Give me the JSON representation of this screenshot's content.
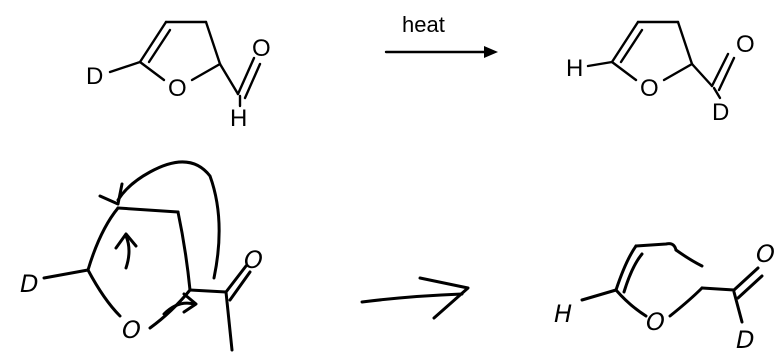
{
  "reaction": {
    "reagent": "heat",
    "reactant": {
      "substituent_left": "D",
      "ring_oxygen": "O",
      "carbonyl_oxygen": "O",
      "aldehyde_h": "H"
    },
    "product": {
      "substituent_left": "H",
      "ring_oxygen": "O",
      "carbonyl_oxygen": "O",
      "aldehyde_d": "D"
    }
  },
  "sketch": {
    "reactant": {
      "substituent_left": "D",
      "ring_oxygen": "O",
      "carbonyl_oxygen": "O"
    },
    "product": {
      "substituent_left": "H",
      "ring_oxygen": "O",
      "carbonyl_oxygen": "O",
      "aldehyde_d": "D"
    }
  },
  "colors": {
    "ink": "#000000",
    "background": "#ffffff"
  }
}
